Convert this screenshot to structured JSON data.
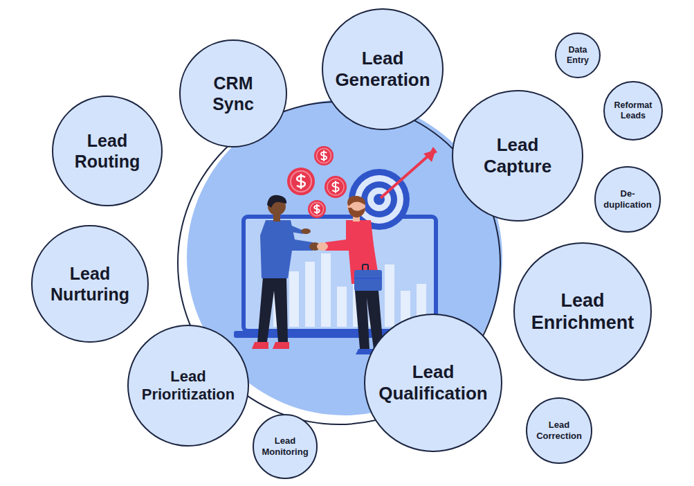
{
  "diagram": {
    "nodes": [
      {
        "text": [
          "Lead Generation"
        ]
      },
      {
        "text": [
          "Data Entry"
        ]
      },
      {
        "text": [
          "CRM Sync"
        ]
      },
      {
        "text": [
          "Reformat Leads"
        ]
      },
      {
        "text": [
          "Lead Routing"
        ]
      },
      {
        "text": [
          "Lead Capture"
        ]
      },
      {
        "text": [
          "De-duplication"
        ]
      },
      {
        "text": [
          "Lead Nurturing"
        ]
      },
      {
        "text": [
          "Lead Enrichment"
        ]
      },
      {
        "text": [
          "Lead Prioritization"
        ]
      },
      {
        "text": [
          "Lead Qualification"
        ]
      },
      {
        "text": [
          "Lead Monitoring"
        ]
      },
      {
        "text": [
          "Lead Correction"
        ]
      }
    ]
  }
}
